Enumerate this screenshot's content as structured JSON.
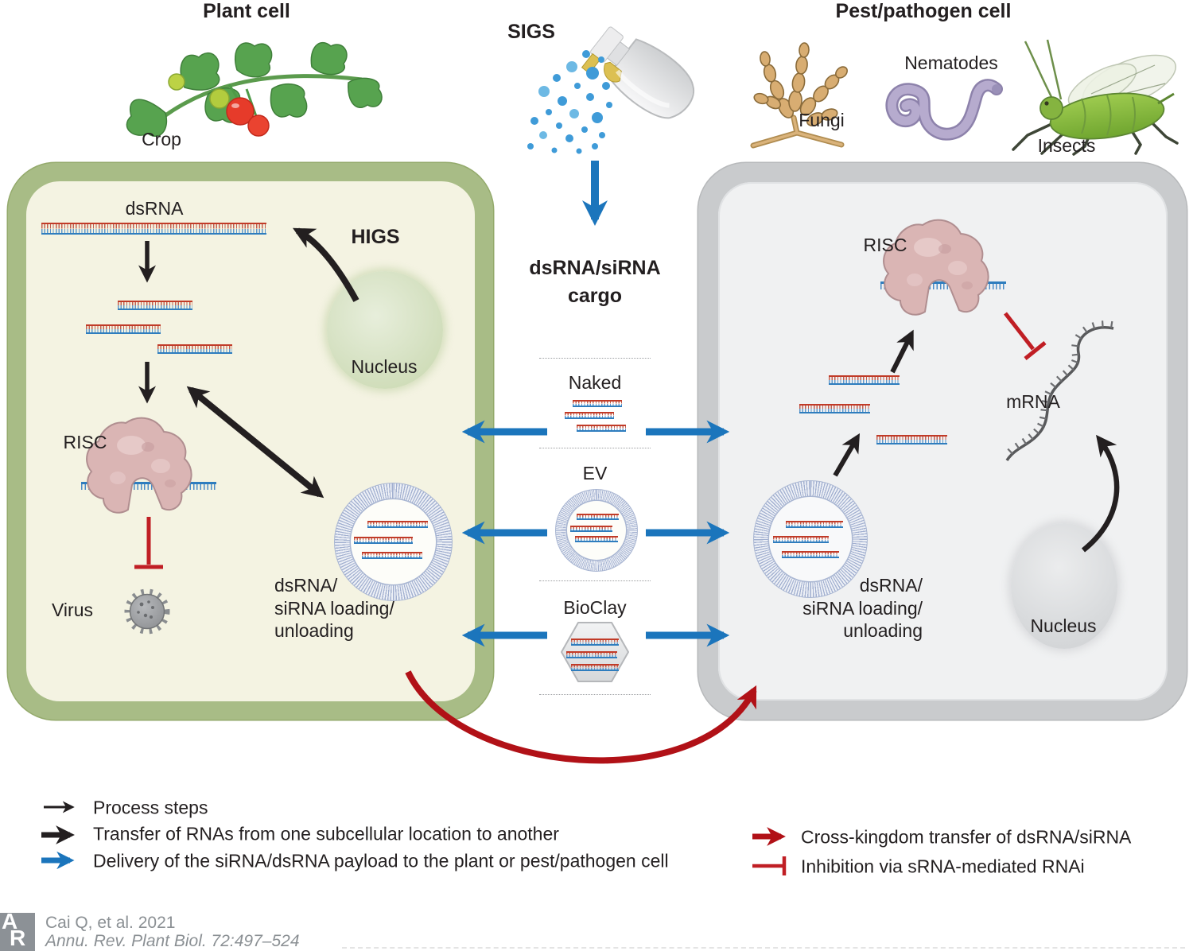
{
  "titles": {
    "plant": "Plant cell",
    "pest": "Pest/pathogen cell"
  },
  "organisms": {
    "crop": "Crop",
    "fungi": "Fungi",
    "nematodes": "Nematodes",
    "insects": "Insects"
  },
  "spray": {
    "sigs": "SIGS",
    "cargo_line1": "dsRNA/siRNA",
    "cargo_line2": "cargo"
  },
  "plant_cell": {
    "dsrna": "dsRNA",
    "higs": "HIGS",
    "nucleus": "Nucleus",
    "risc": "RISC",
    "virus": "Virus",
    "loading_line1": "dsRNA/",
    "loading_line2": "siRNA loading/",
    "loading_line3": "unloading"
  },
  "carriers": {
    "naked": "Naked",
    "ev": "EV",
    "bioclay": "BioClay"
  },
  "pest_cell": {
    "risc": "RISC",
    "mrna": "mRNA",
    "nucleus": "Nucleus",
    "loading_line1": "dsRNA/",
    "loading_line2": "siRNA loading/",
    "loading_line3": "unloading"
  },
  "legend": {
    "process": "Process steps",
    "transfer": "Transfer of RNAs from one subcellular location to another",
    "delivery": "Delivery of the siRNA/dsRNA payload to the plant or pest/pathogen cell",
    "cross_kingdom": "Cross-kingdom transfer of dsRNA/siRNA",
    "inhibition": "Inhibition via sRNA-mediated RNAi"
  },
  "citation": {
    "logo_a": "A",
    "logo_r": "R",
    "authors": "Cai Q, et al. 2021",
    "journal": "Annu. Rev. Plant Biol. 72:497–524"
  },
  "colors": {
    "delivery_blue": "#1b75bc",
    "inhibition_red": "#c01e24",
    "cross_kingdom_red": "#b11117",
    "arrow_black": "#231f20",
    "plant_border": "#a8bc86",
    "plant_fill": "#f4f3e2",
    "pest_border": "#c9cbcd",
    "pest_fill": "#f0f1f2",
    "rna_red": "#c13b28",
    "rna_blue": "#2e7dbe"
  }
}
